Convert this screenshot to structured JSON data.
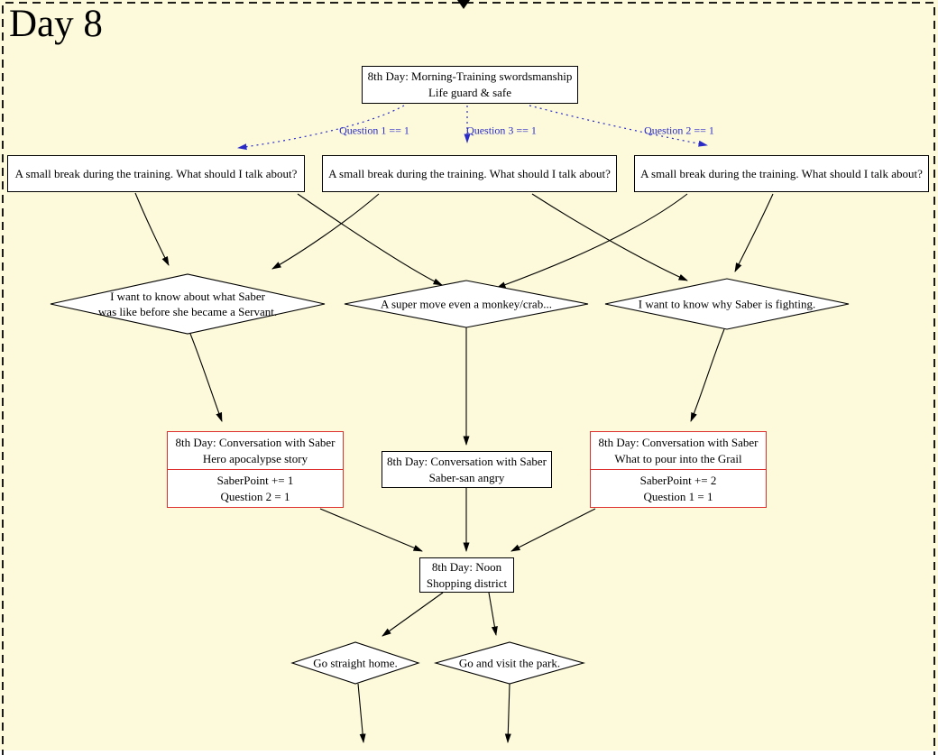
{
  "title": "Day 8",
  "colors": {
    "background": "#FCFADA",
    "node_fill": "#FFFFFF",
    "blue": "#2B2BC8",
    "red": "#DE2F2F"
  },
  "edge_labels": {
    "q1": "Question 1 == 1",
    "q3": "Question 3 == 1",
    "q2": "Question 2 == 1"
  },
  "nodes": {
    "morning": {
      "line1": "8th Day: Morning-Training swordsmanship",
      "line2": "Life guard & safe"
    },
    "break1": {
      "label": "A small break during the training. What should I talk about?"
    },
    "break2": {
      "label": "A small break during the training. What should I talk about?"
    },
    "break3": {
      "label": "A small break during the training. What should I talk about?"
    },
    "d_saber_past": {
      "line1": "I want to know about what Saber",
      "line2": "was like before she became a Servant."
    },
    "d_super_move": {
      "label": "A super move even a monkey/crab..."
    },
    "d_why_fighting": {
      "label": "I want to know why Saber is fighting."
    },
    "conv_hero": {
      "line1": "8th Day: Conversation with Saber",
      "line2": "Hero apocalypse story",
      "stat1": "SaberPoint += 1",
      "stat2": "Question 2 = 1"
    },
    "conv_angry": {
      "line1": "8th Day: Conversation with Saber",
      "line2": "Saber-san angry"
    },
    "conv_grail": {
      "line1": "8th Day: Conversation with Saber",
      "line2": "What to pour into the Grail",
      "stat1": "SaberPoint += 2",
      "stat2": "Question 1 = 1"
    },
    "noon": {
      "line1": "8th Day: Noon",
      "line2": "Shopping district"
    },
    "d_home": {
      "label": "Go straight home."
    },
    "d_park": {
      "label": "Go and visit the park."
    }
  }
}
